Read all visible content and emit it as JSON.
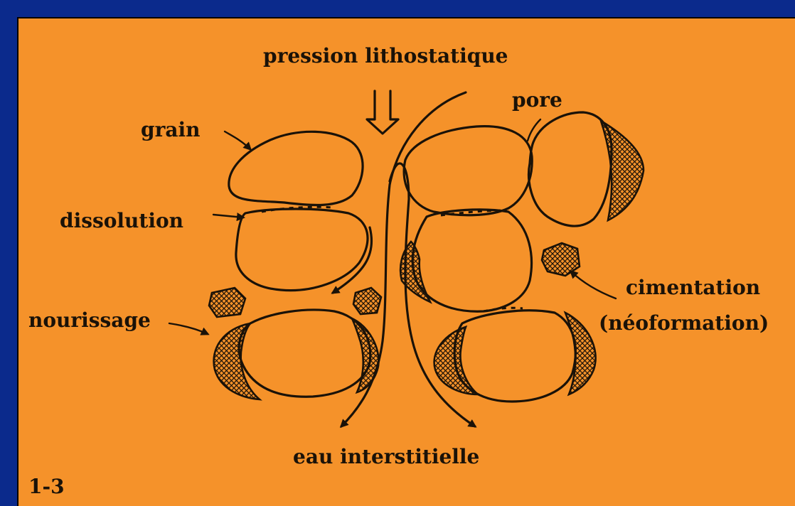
{
  "labels": {
    "top": "pression lithostatique",
    "pore": "pore",
    "grain": "grain",
    "dissolution": "dissolution",
    "nourissage": "nourissage",
    "cimentation_1": "cimentation",
    "cimentation_2": "(néoformation)",
    "bottom": "eau interstitielle",
    "figure_id": "1-3"
  },
  "colors": {
    "background": "#0b2a8c",
    "panel": "#f5922a",
    "ink": "#1a1208"
  }
}
